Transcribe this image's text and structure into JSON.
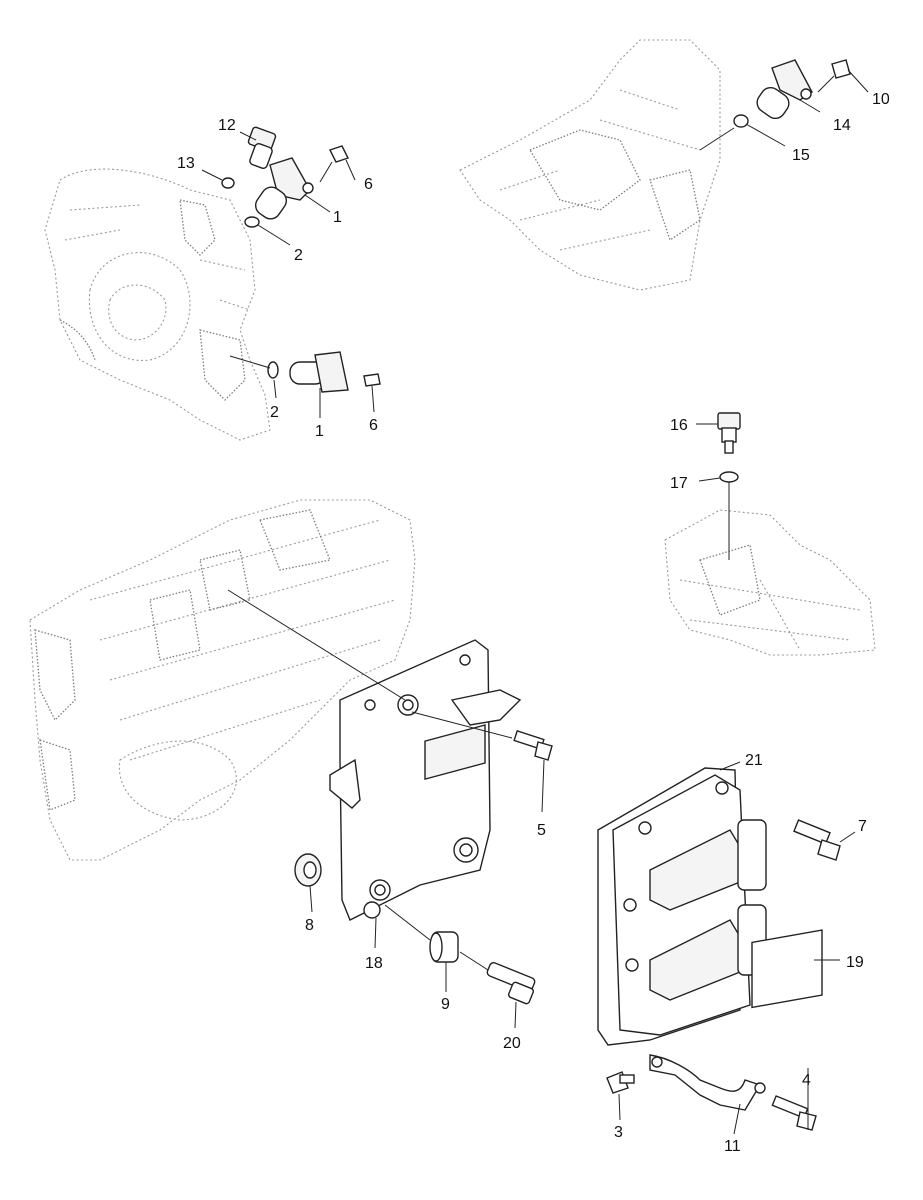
{
  "callouts": [
    {
      "id": "c12",
      "label": "12"
    },
    {
      "id": "c13",
      "label": "13"
    },
    {
      "id": "c6a",
      "label": "6"
    },
    {
      "id": "c1a",
      "label": "1"
    },
    {
      "id": "c2a",
      "label": "2"
    },
    {
      "id": "c2b",
      "label": "2"
    },
    {
      "id": "c1b",
      "label": "1"
    },
    {
      "id": "c6b",
      "label": "6"
    },
    {
      "id": "c10",
      "label": "10"
    },
    {
      "id": "c14",
      "label": "14"
    },
    {
      "id": "c15",
      "label": "15"
    },
    {
      "id": "c16",
      "label": "16"
    },
    {
      "id": "c17",
      "label": "17"
    },
    {
      "id": "c21",
      "label": "21"
    },
    {
      "id": "c7",
      "label": "7"
    },
    {
      "id": "c5",
      "label": "5"
    },
    {
      "id": "c8",
      "label": "8"
    },
    {
      "id": "c18",
      "label": "18"
    },
    {
      "id": "c9",
      "label": "9"
    },
    {
      "id": "c19",
      "label": "19"
    },
    {
      "id": "c20",
      "label": "20"
    },
    {
      "id": "c3",
      "label": "3"
    },
    {
      "id": "c11",
      "label": "11"
    },
    {
      "id": "c4",
      "label": "4"
    }
  ]
}
